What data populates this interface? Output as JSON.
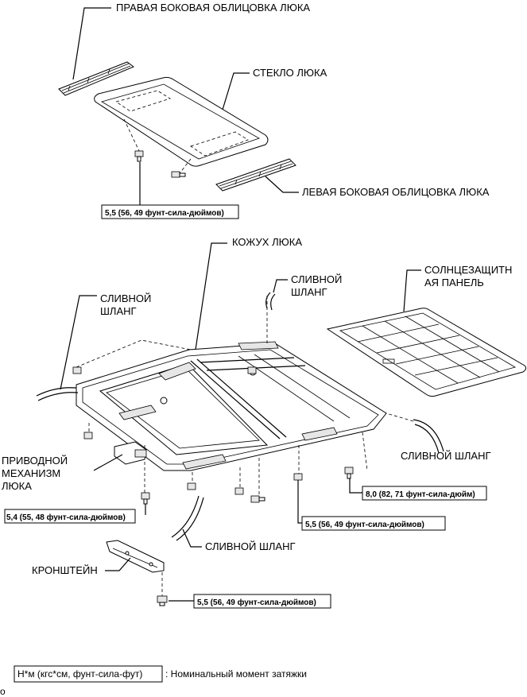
{
  "labels": {
    "right_trim": "ПРАВАЯ БОКОВАЯ ОБЛИЦОВКА ЛЮКА",
    "glass": "СТЕКЛО ЛЮКА",
    "left_trim": "ЛЕВАЯ БОКОВАЯ ОБЛИЦОВКА ЛЮКА",
    "housing": "КОЖУХ ЛЮКА",
    "sunshade_1": "СОЛНЦЕЗАЩИТН",
    "sunshade_2": "АЯ ПАНЕЛЬ",
    "drain_hose_left_1": "СЛИВНОЙ",
    "drain_hose_left_2": "ШЛАНГ",
    "drain_hose_top_1": "СЛИВНОЙ",
    "drain_hose_top_2": "ШЛАНГ",
    "drain_hose_right": "СЛИВНОЙ ШЛАНГ",
    "drain_hose_bottom": "СЛИВНОЙ ШЛАНГ",
    "drive_1": "ПРИВОДНОЙ",
    "drive_2": "МЕХАНИЗМ",
    "drive_3": "ЛЮКА",
    "bracket": "КРОНШТЕЙН"
  },
  "torques": {
    "glass_bolt": "5,5 (56, 49 фунт-сила-дюймов)",
    "right_bolt": "8,0 (82, 71 фунт-сила-дюйм)",
    "drive_bolt": "5,4 (55, 48 фунт-сила-дюймов)",
    "housing_bolt": "5,5 (56, 49 фунт-сила-дюймов)",
    "bracket_bolt": "5,5 (56, 49 фунт-сила-дюймов)"
  },
  "legend": {
    "unit": "Н*м (кгс*см, фунт-сила-фут)",
    "text": ": Номинальный момент затяжки"
  },
  "corner_mark": "o"
}
